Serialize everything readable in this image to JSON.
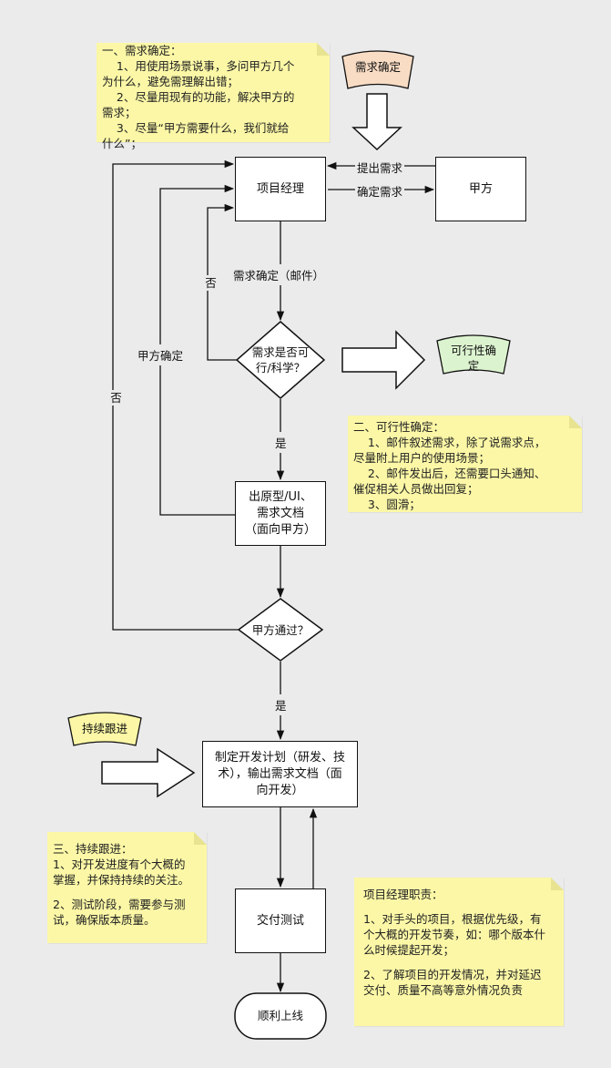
{
  "notes": {
    "requirement": {
      "lines": [
        "一、需求确定：",
        "    1、用使用场景说事，多问甲方几个",
        "为什么，避免需理解出错；",
        "    2、尽量用现有的功能，解决甲方的",
        "需求；",
        "    3、尽量“甲方需要什么，我们就给",
        "什么”；"
      ]
    },
    "feasibility": {
      "lines": [
        "二、可行性确定：",
        "    1、邮件叙述需求，除了说需求点，",
        "尽量附上用户的使用场景；",
        "    2、邮件发出后，还需要口头通知、",
        "催促相关人员做出回复；",
        "    3、圆滑；"
      ]
    },
    "followup": {
      "lines": [
        "三、持续跟进：",
        "1、对开发进度有个大概的",
        "掌握，并保持持续的关注。",
        "",
        "2、测试阶段，需要参与测",
        "试，确保版本质量。"
      ]
    },
    "pm_duties": {
      "lines": [
        "项目经理职责：",
        "",
        "1、对手头的项目，根据优先级，有",
        "个大概的开发节奏，如：哪个版本什",
        "么时候提起开发；",
        "",
        "2、了解项目的开发情况，并对延迟",
        "交付、质量不高等意外情况负责"
      ]
    }
  },
  "banners": {
    "requirement": "需求确定",
    "feasibility": [
      "可行性确",
      "定"
    ],
    "followup": "持续跟进"
  },
  "nodes": {
    "pm": "项目经理",
    "client": "甲方",
    "feasible_q": [
      "需求是否可",
      "行/科学？"
    ],
    "prototype": [
      "出原型/UI、",
      "需求文档",
      "（面向甲方）"
    ],
    "client_pass_q": "甲方通过？",
    "dev_plan": [
      "制定开发计划（研发、技",
      "术），输出需求文档（面",
      "向开发）"
    ],
    "delivery_test": "交付测试",
    "launch": "顺利上线"
  },
  "edges": {
    "raise_req": "提出需求",
    "confirm_req": "确定需求",
    "req_confirm_email": "需求确定（邮件）",
    "no1": "否",
    "client_confirm": "甲方确定",
    "no2": "否",
    "yes1": "是",
    "yes2": "是"
  }
}
